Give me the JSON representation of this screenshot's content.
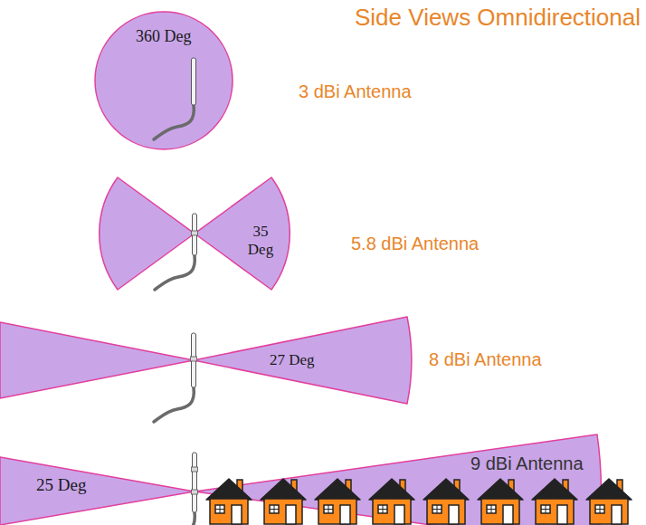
{
  "diagram": {
    "title": "Side Views Omnidirectional",
    "nodes": [
      {
        "text": [
          "360 Deg"
        ]
      },
      {
        "text": [
          "35 Deg"
        ]
      },
      {
        "text": [
          "27 Deg"
        ]
      },
      {
        "text": [
          "25 Deg",
          "9 dBi Antenna"
        ]
      }
    ],
    "labels": [
      "3 dBi Antenna",
      "5.8 dBi Antenna",
      "8 dBi Antenna"
    ]
  }
}
